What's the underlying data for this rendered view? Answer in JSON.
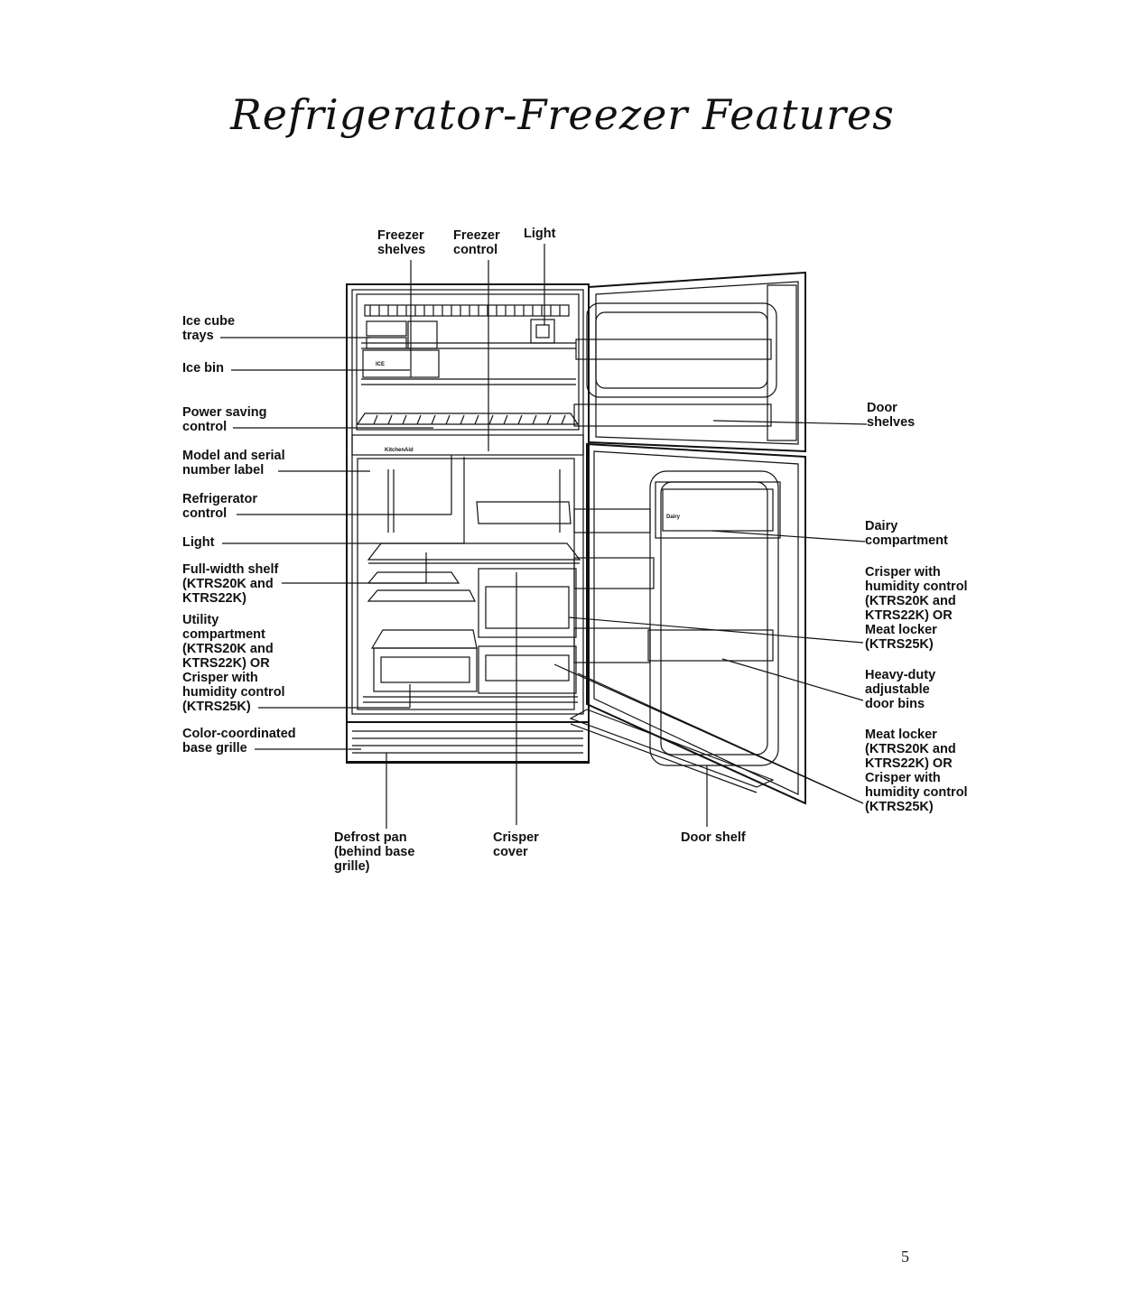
{
  "title": "Refrigerator-Freezer Features",
  "page_number": "5",
  "labels": {
    "freezer_shelves": "Freezer\nshelves",
    "freezer_control": "Freezer\ncontrol",
    "light_top": "Light",
    "ice_cube_trays": "Ice cube\ntrays",
    "ice_bin": "Ice bin",
    "power_saving_control": "Power saving\ncontrol",
    "model_serial_label": "Model and serial\nnumber label",
    "refrigerator_control": "Refrigerator\ncontrol",
    "light_left": "Light",
    "full_width_shelf": "Full-width shelf\n(KTRS20K and\nKTRS22K)",
    "utility_compartment": "Utility\ncompartment\n(KTRS20K and\nKTRS22K) OR\nCrisper with\nhumidity control\n(KTRS25K)",
    "base_grille": "Color-coordinated\nbase grille",
    "defrost_pan": "Defrost pan\n(behind base\ngrille)",
    "crisper_cover": "Crisper\ncover",
    "door_shelf": "Door shelf",
    "door_shelves": "Door\nshelves",
    "dairy_compartment": "Dairy\ncompartment",
    "crisper_humidity": "Crisper with\nhumidity control\n(KTRS20K and\nKTRS22K) OR\nMeat locker\n(KTRS25K)",
    "door_bins": "Heavy-duty\nadjustable\ndoor bins",
    "meat_locker": "Meat locker\n(KTRS20K and\nKTRS22K) OR\nCrisper with\nhumidity control\n(KTRS25K)"
  },
  "diagram_text": {
    "brand_plate": "KitchenAid",
    "ice_bin_tag": "ICE",
    "dairy_tag": "Dairy"
  }
}
